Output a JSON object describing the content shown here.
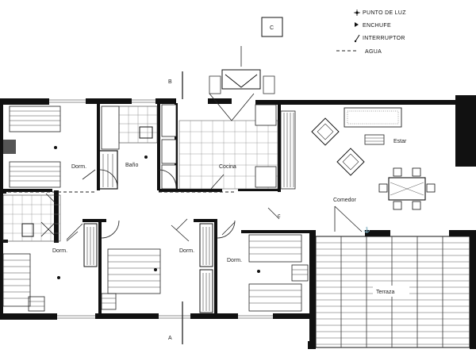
{
  "legend": {
    "punto_de_luz": "PUNTO DE LUZ",
    "enchufe": "ENCHUFE",
    "interruptor": "INTERRUPTOR",
    "agua": "AGUA"
  },
  "compass_label": "C",
  "section_marks": {
    "top": "B",
    "bottom": "A"
  },
  "rooms": {
    "dorm_1": "Dorm.",
    "bano": "Baño",
    "cocina": "Cocina",
    "estar": "Estar",
    "comedor": "Comedor",
    "dorm_2": "Dorm.",
    "dorm_3": "Dorm.",
    "dorm_4": "Dorm.",
    "terraza": "Terraza"
  },
  "colors": {
    "ink": "#111111",
    "paper": "#ffffff"
  }
}
